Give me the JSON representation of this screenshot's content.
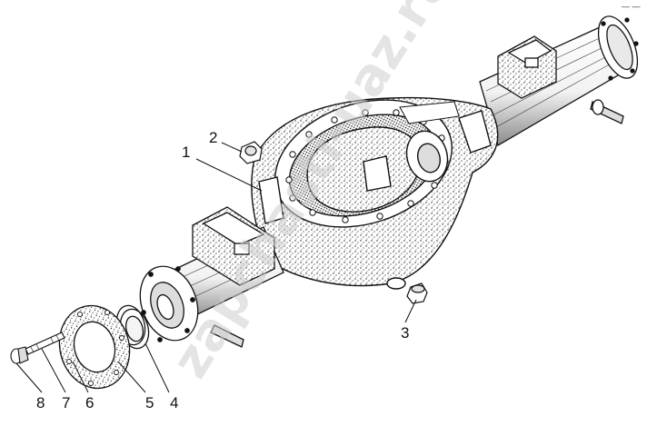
{
  "watermark_text": "zapchasti-uaz.ru",
  "corner_mark": "— —",
  "callouts": [
    {
      "id": "1",
      "text": "1"
    },
    {
      "id": "2",
      "text": "2"
    },
    {
      "id": "3",
      "text": "3"
    },
    {
      "id": "4",
      "text": "4"
    },
    {
      "id": "5",
      "text": "5"
    },
    {
      "id": "6",
      "text": "6"
    },
    {
      "id": "7",
      "text": "7"
    },
    {
      "id": "8",
      "text": "8"
    }
  ],
  "colors": {
    "ink": "#111111",
    "paper": "#ffffff",
    "watermark": "#cfcfcf"
  }
}
